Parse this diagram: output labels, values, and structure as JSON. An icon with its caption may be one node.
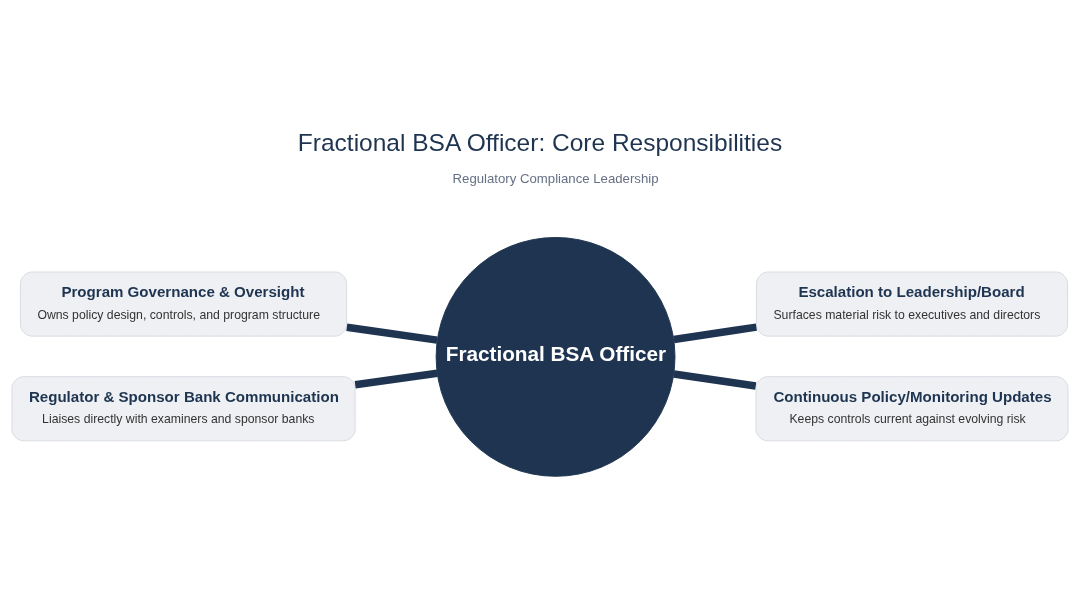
{
  "diagram": {
    "title": "Fractional BSA Officer: Core Responsibilities",
    "nodes": [
      {
        "text": [
          "Fractional BSA Officer"
        ]
      },
      {
        "text": [
          "Program Governance & Oversight",
          "Owns policy design, controls, and program structure"
        ]
      },
      {
        "text": [
          "Escalation to Leadership/Board",
          "Surfaces material risk to executives and directors"
        ]
      },
      {
        "text": [
          "Regulator & Sponsor Bank Communication",
          "Liaises directly with examiners and sponsor banks"
        ]
      },
      {
        "text": [
          "Continuous Policy/Monitoring Updates",
          "Keeps controls current against evolving risk"
        ]
      }
    ],
    "edges": [
      {
        "from": 0,
        "to": 1,
        "arrow": "none"
      },
      {
        "from": 0,
        "to": 2,
        "arrow": "none"
      },
      {
        "from": 0,
        "to": 3,
        "arrow": "none"
      },
      {
        "from": 0,
        "to": 4,
        "arrow": "none"
      }
    ],
    "labels": [
      "Regulatory Compliance Leadership"
    ]
  }
}
